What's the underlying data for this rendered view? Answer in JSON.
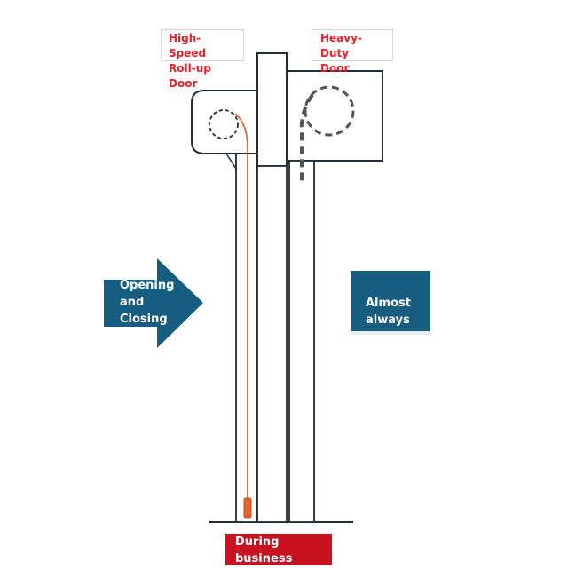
{
  "labels": {
    "high_speed_door": "High-Speed\nRoll-up  Door",
    "heavy_duty_door": "Heavy-Duty\nDoor",
    "opening_closing": "Opening\nand\nClosing",
    "almost_open": "Almost\nalways\nopen",
    "business_hours": "During\nbusiness  hours"
  },
  "colors": {
    "label_text_red": "#e8202a",
    "arrow_fill": "#175d80",
    "open_box_fill": "#175d80",
    "hours_box_fill": "#c8121f",
    "outline": "#1f2d3d",
    "door_curtain": "#e8632a",
    "roll_dash": "#555555"
  },
  "icons": {
    "arrow": "right-arrow-icon"
  }
}
